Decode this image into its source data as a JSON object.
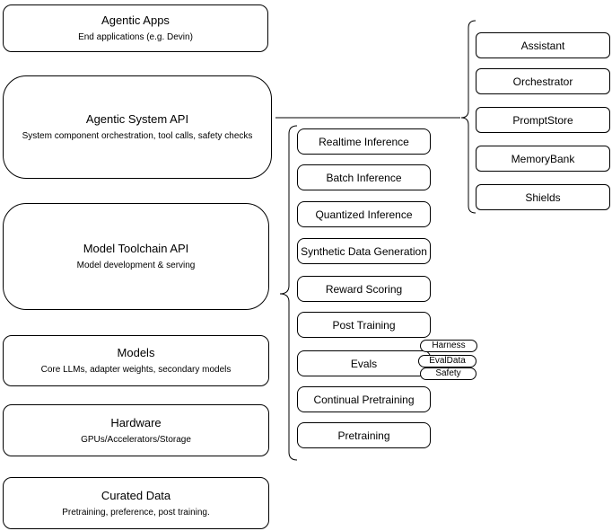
{
  "left_stack": [
    {
      "title": "Agentic Apps",
      "subtitle": "End applications (e.g. Devin)"
    },
    {
      "title": "Agentic System API",
      "subtitle": "System component orchestration, tool calls, safety checks"
    },
    {
      "title": "Model Toolchain API",
      "subtitle": "Model development & serving"
    },
    {
      "title": "Models",
      "subtitle": "Core LLMs, adapter weights, secondary models"
    },
    {
      "title": "Hardware",
      "subtitle": "GPUs/Accelerators/Storage"
    },
    {
      "title": "Curated Data",
      "subtitle": "Pretraining, preference, post training."
    }
  ],
  "toolchain_group": {
    "items": [
      "Realtime Inference",
      "Batch Inference",
      "Quantized Inference",
      "Synthetic Data Generation",
      "Reward Scoring",
      "Post Training",
      "Evals",
      "Continual Pretraining",
      "Pretraining"
    ],
    "evals_tags": [
      "Harness",
      "EvalData",
      "Safety"
    ]
  },
  "system_group": {
    "items": [
      "Assistant",
      "Orchestrator",
      "PromptStore",
      "MemoryBank",
      "Shields"
    ]
  },
  "colors": {
    "stroke": "#000000",
    "fill": "#ffffff",
    "text": "#000000"
  }
}
